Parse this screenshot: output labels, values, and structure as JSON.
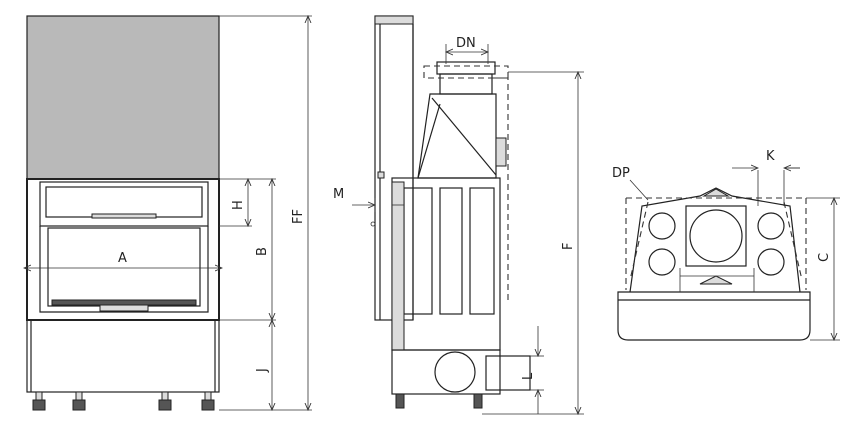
{
  "labels": {
    "A": "A",
    "B": "B",
    "H": "H",
    "J": "J",
    "FF": "FF",
    "M": "M",
    "DN": "DN",
    "F": "F",
    "L": "L",
    "DP": "DP",
    "K": "K",
    "C": "C"
  }
}
